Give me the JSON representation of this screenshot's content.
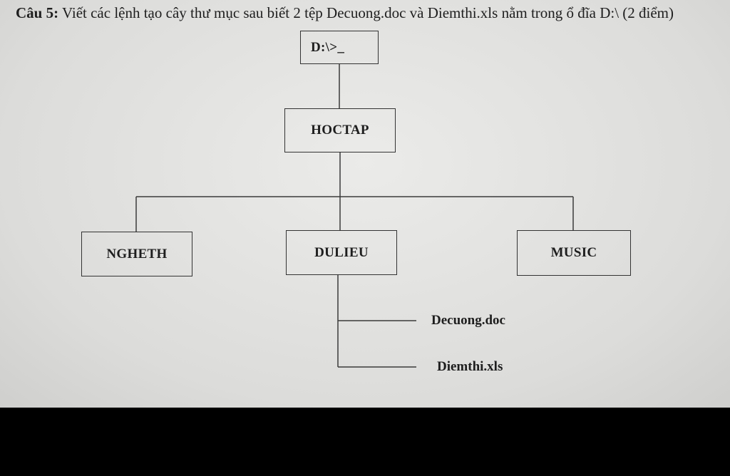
{
  "question": {
    "label": "Câu 5:",
    "text": " Viết các lệnh tạo cây thư mục sau biết 2 tệp Decuong.doc và Diemthi.xls nằm trong ổ đĩa D:\\ (2 điểm)"
  },
  "tree": {
    "root": "D:\\>_",
    "hoctap": "HOCTAP",
    "ngheth": "NGHETH",
    "dulieu": "DULIEU",
    "music": "MUSIC",
    "file1": "Decuong.doc",
    "file2": "Diemthi.xls"
  }
}
